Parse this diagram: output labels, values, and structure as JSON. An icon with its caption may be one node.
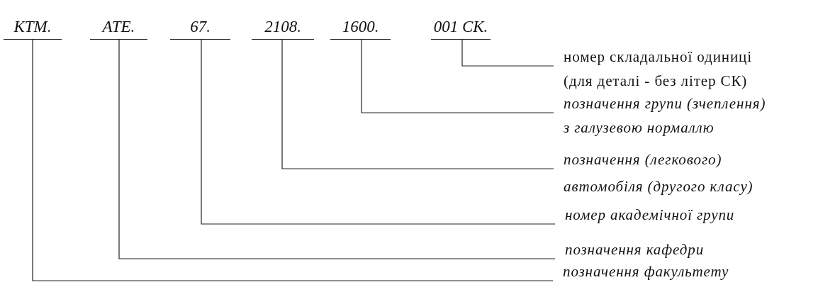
{
  "diagram": {
    "nodes": [
      {
        "text": [
          "КТМ."
        ]
      },
      {
        "text": [
          "АТЕ."
        ]
      },
      {
        "text": [
          "67."
        ]
      },
      {
        "text": [
          "2108."
        ]
      },
      {
        "text": [
          "1600."
        ]
      },
      {
        "text": [
          "001 СК."
        ]
      },
      {
        "text": [
          "номер складальної одиниці",
          "(для деталі - без літер СК)"
        ]
      },
      {
        "text": [
          "позначення групи (зчеплення)",
          "з галузевою нормаллю"
        ]
      },
      {
        "text": [
          "позначення (легкового)",
          "автомобіля (другого класу)"
        ]
      },
      {
        "text": [
          "номер академічної групи"
        ]
      },
      {
        "text": [
          "позначення кафедри"
        ]
      },
      {
        "text": [
          "позначення факультету"
        ]
      }
    ],
    "edges": [
      {
        "from": 5,
        "to": 6,
        "arrow": "none"
      },
      {
        "from": 4,
        "to": 7,
        "arrow": "none"
      },
      {
        "from": 3,
        "to": 8,
        "arrow": "none"
      },
      {
        "from": 2,
        "to": 9,
        "arrow": "none"
      },
      {
        "from": 1,
        "to": 10,
        "arrow": "none"
      },
      {
        "from": 0,
        "to": 11,
        "arrow": "none"
      }
    ]
  }
}
